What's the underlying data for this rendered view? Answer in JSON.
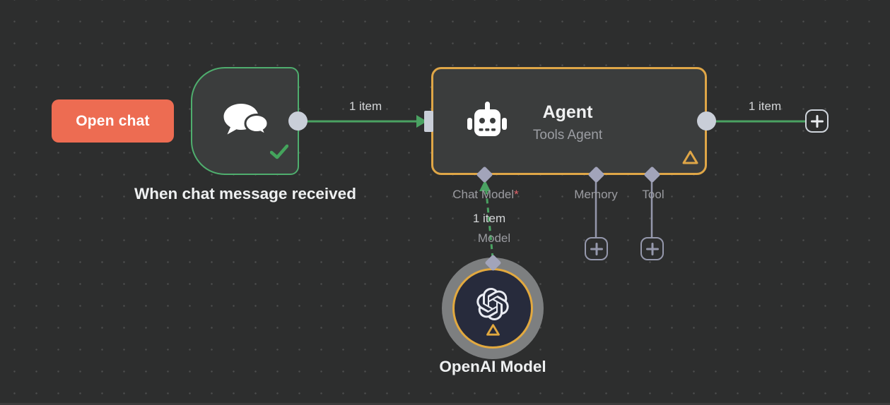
{
  "colors": {
    "canvas_bg": "#2d2e2e",
    "node_bg": "#3b3d3d",
    "trigger_green_border": "#4fae6e",
    "connection_green": "#4aa262",
    "success_check_green": "#44a45c",
    "agent_orange_border": "#dfa647",
    "openai_orange_border": "#e2a93f",
    "open_chat_coral": "#ed6c52",
    "connector_gray": "#c9ced8",
    "diamond_lavender": "#a2a4ba",
    "stub_gray": "#9598ac",
    "muted_label_gray": "#9b9ca1",
    "required_red": "#e2636a"
  },
  "open_chat_button": {
    "label": "Open chat"
  },
  "trigger_node": {
    "name": "When chat message received",
    "icon": "chat-bubbles-icon",
    "status": "success-check-icon"
  },
  "agent_node": {
    "title": "Agent",
    "subtitle": "Tools Agent",
    "icon": "robot-icon",
    "status": "warning-triangle-icon",
    "inputs": [
      {
        "label": "Chat Model",
        "required_marker": "*"
      },
      {
        "label": "Memory",
        "required_marker": ""
      },
      {
        "label": "Tool",
        "required_marker": ""
      }
    ]
  },
  "openai_node": {
    "label": "OpenAI Model",
    "icon": "openai-logo-icon",
    "status": "warning-triangle-icon"
  },
  "connections": {
    "trigger_to_agent": {
      "label": "1 item"
    },
    "agent_output": {
      "label": "1 item"
    },
    "model_to_agent": {
      "label": "1 item",
      "port_label": "Model"
    }
  }
}
